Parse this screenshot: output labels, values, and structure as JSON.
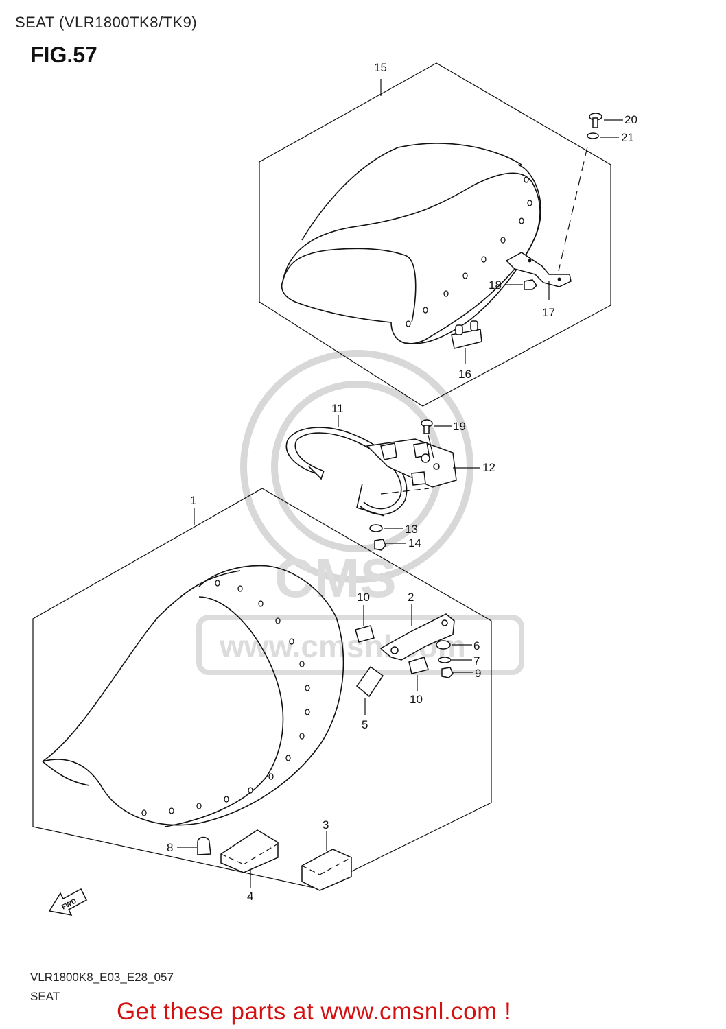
{
  "header": {
    "text": "SEAT (VLR1800TK8/TK9)"
  },
  "figure": {
    "title": "FIG.57"
  },
  "footer": {
    "model_code": "VLR1800K8_E03_E28_057",
    "section_name": "SEAT",
    "promo_text": "Get these parts at www.cmsnl.com !"
  },
  "watermark": {
    "text": "CMS",
    "url": "www.cmsnl.com"
  },
  "badges": {
    "fwd": "FWD"
  },
  "callouts": [
    {
      "id": "c15",
      "label": "15"
    },
    {
      "id": "c20",
      "label": "20"
    },
    {
      "id": "c21",
      "label": "21"
    },
    {
      "id": "c18",
      "label": "18"
    },
    {
      "id": "c17",
      "label": "17"
    },
    {
      "id": "c16",
      "label": "16"
    },
    {
      "id": "c11",
      "label": "11"
    },
    {
      "id": "c19",
      "label": "19"
    },
    {
      "id": "c12",
      "label": "12"
    },
    {
      "id": "c1",
      "label": "1"
    },
    {
      "id": "c13",
      "label": "13"
    },
    {
      "id": "c14",
      "label": "14"
    },
    {
      "id": "c10a",
      "label": "10"
    },
    {
      "id": "c2",
      "label": "2"
    },
    {
      "id": "c6",
      "label": "6"
    },
    {
      "id": "c7",
      "label": "7"
    },
    {
      "id": "c9",
      "label": "9"
    },
    {
      "id": "c10b",
      "label": "10"
    },
    {
      "id": "c5",
      "label": "5"
    },
    {
      "id": "c3",
      "label": "3"
    },
    {
      "id": "c8",
      "label": "8"
    },
    {
      "id": "c4",
      "label": "4"
    }
  ]
}
